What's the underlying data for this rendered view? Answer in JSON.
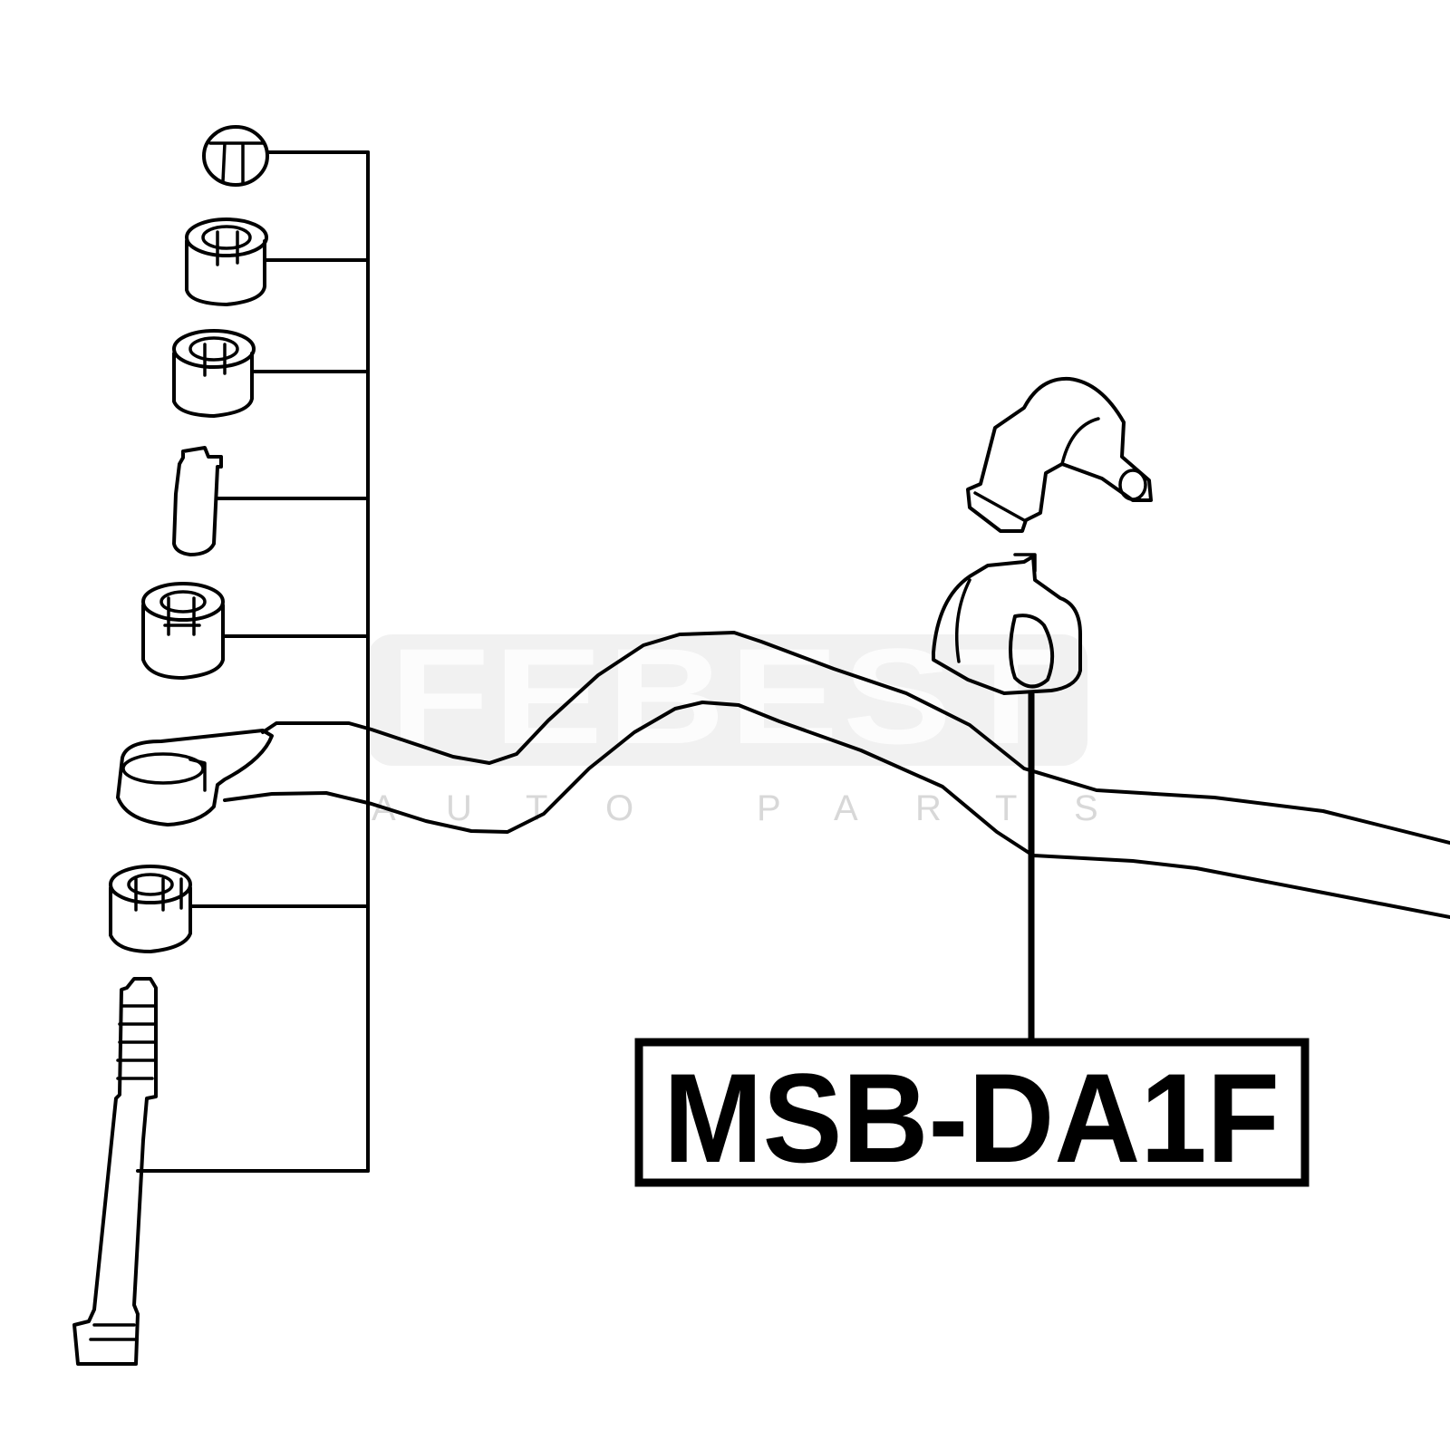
{
  "part_label": "MSB-DA1F",
  "watermark": {
    "brand": "FEBEST",
    "tagline_letters": [
      "A",
      "U",
      "T",
      "O",
      "P",
      "A",
      "R",
      "T",
      "S"
    ]
  },
  "colors": {
    "line": "#000000",
    "background": "#ffffff",
    "watermark": "#e6e6e6"
  }
}
